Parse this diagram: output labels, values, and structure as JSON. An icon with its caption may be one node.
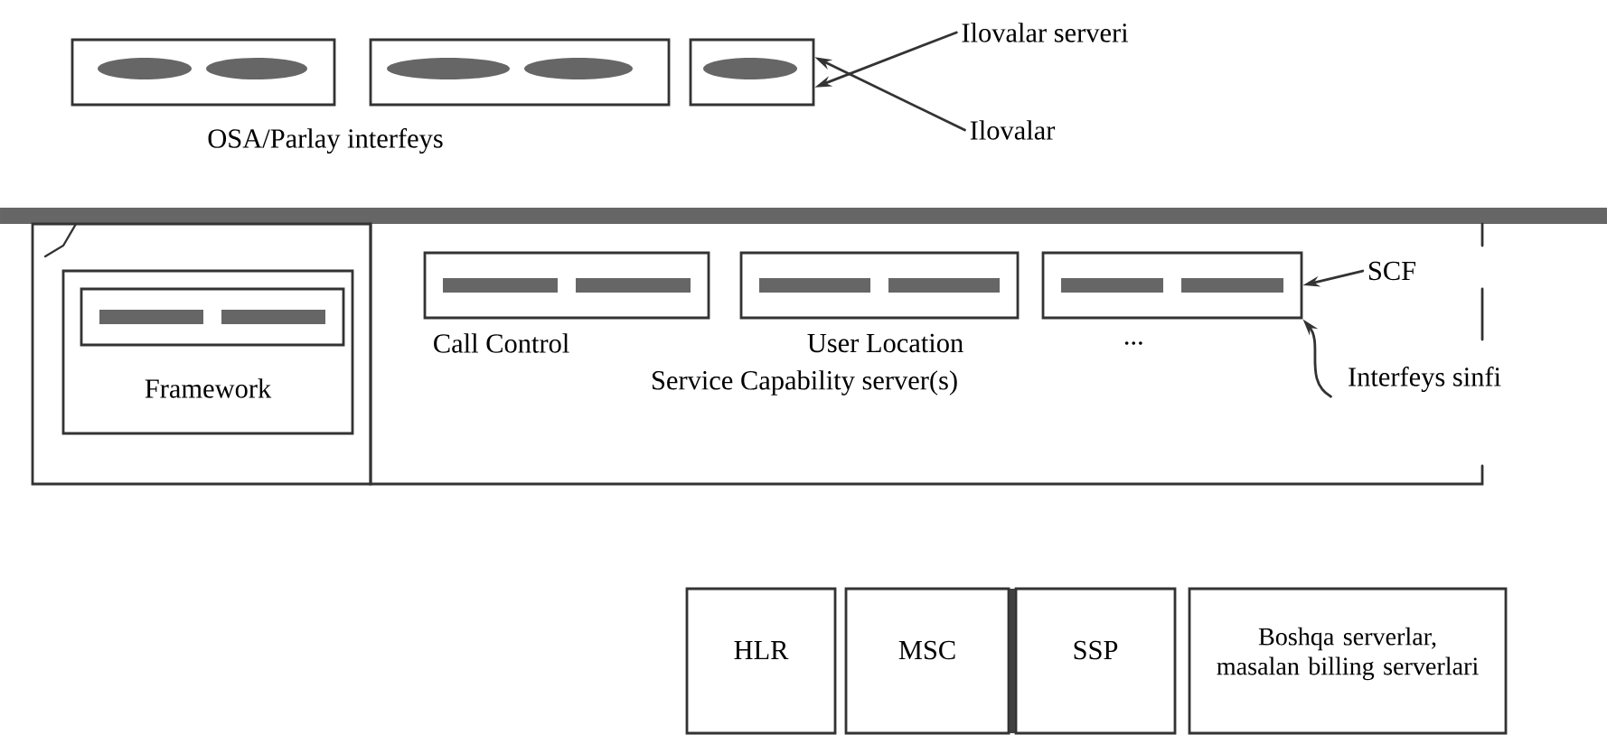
{
  "diagram": {
    "nodes": [
      {
        "text": [],
        "shape": "box"
      },
      {
        "text": [],
        "shape": "box"
      },
      {
        "text": [],
        "shape": "box"
      },
      {
        "text": [
          "Ilovalar serveri"
        ]
      },
      {
        "text": [
          "Ilovalar"
        ]
      },
      {
        "text": [],
        "shape": "box"
      },
      {
        "text": [
          "Framework"
        ],
        "in": 5
      },
      {
        "text": [],
        "shape": "box",
        "in": 6
      },
      {
        "text": [
          "Service Capability server(s)"
        ]
      },
      {
        "text": [],
        "shape": "box",
        "in": 8,
        "beside": [
          "Call Control"
        ]
      },
      {
        "text": [],
        "shape": "box",
        "in": 8,
        "beside": [
          "User Location"
        ]
      },
      {
        "text": [],
        "shape": "box",
        "in": 8,
        "beside": [
          "..."
        ]
      },
      {
        "text": [
          "SCF"
        ],
        "in": 8
      },
      {
        "text": [
          "Interfeys sinfi"
        ],
        "in": 8
      },
      {
        "text": [
          "HLR"
        ]
      },
      {
        "text": [
          "MSC"
        ]
      },
      {
        "text": [
          "SSP"
        ]
      },
      {
        "text": [
          "Boshqa serverlar, masalan billing serverlari"
        ]
      }
    ],
    "edges": [
      {
        "from": 3,
        "to": 2,
        "arrow": "to"
      },
      {
        "from": 4,
        "to": 2,
        "arrow": "to"
      },
      {
        "from": 12,
        "to": 11,
        "arrow": "to"
      },
      {
        "from": 13,
        "to": 11,
        "arrow": "to"
      }
    ],
    "labels": [
      "OSA/Parlay interfeys"
    ]
  }
}
